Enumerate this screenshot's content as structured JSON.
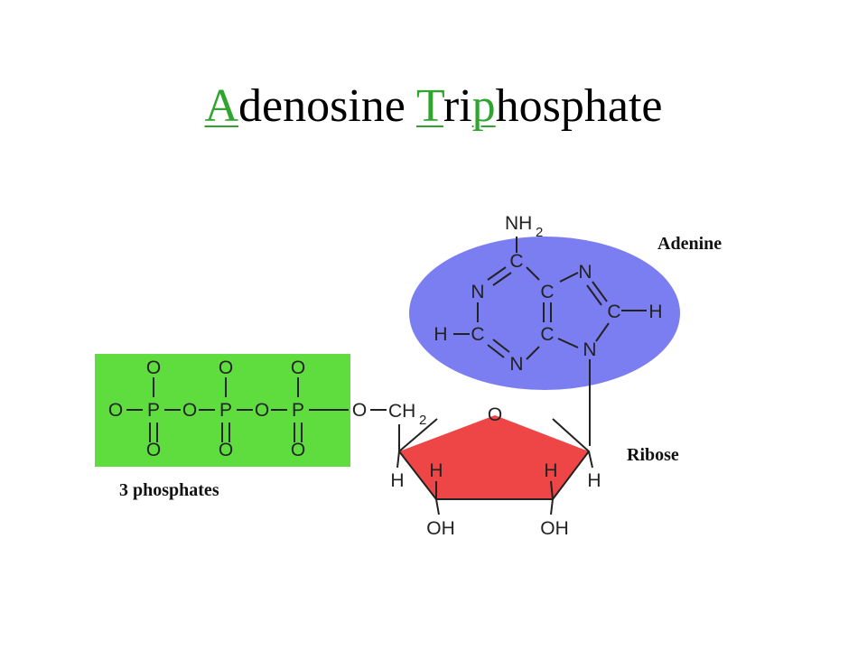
{
  "title": {
    "segments": [
      {
        "text": "A",
        "highlight": true
      },
      {
        "text": "denosine ",
        "highlight": false
      },
      {
        "text": "T",
        "highlight": true
      },
      {
        "text": "ri",
        "highlight": false
      },
      {
        "text": "p",
        "highlight": true
      },
      {
        "text": "hosphate",
        "highlight": false
      }
    ]
  },
  "labels": {
    "adenine": "Adenine",
    "ribose": "Ribose",
    "phosphates": "3 phosphates"
  },
  "atoms": {
    "O": "O",
    "P": "P",
    "C": "C",
    "N": "N",
    "H": "H",
    "NH": "NH",
    "CH": "CH",
    "OH": "OH",
    "sub2": "2"
  },
  "colors": {
    "title_highlight": "#2fa52f",
    "phosphate_fill": "#5fdc3e",
    "adenine_fill": "#7b7ef0",
    "ribose_fill": "#ee4646"
  }
}
